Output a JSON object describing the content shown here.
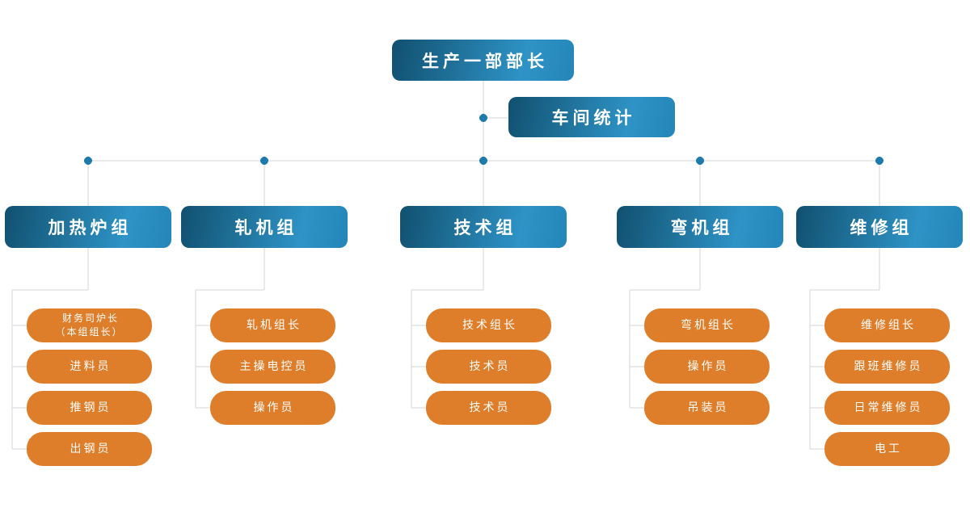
{
  "theme": {
    "background": "#FFFFFF",
    "blue_gradient_start": "#11506F",
    "blue_gradient_end": "#2E93C6",
    "orange": "#DE7E2A",
    "line_color": "#D6D6D6",
    "dot_color": "#1E79AD",
    "text_color": "#FFFFFF"
  },
  "root": {
    "label": "生产一部部长"
  },
  "staff": {
    "label": "车间统计"
  },
  "groups": [
    {
      "label": "加热炉组",
      "members": [
        "财务司炉长\n（本组组长）",
        "进料员",
        "推钢员",
        "出钢员"
      ]
    },
    {
      "label": "轧机组",
      "members": [
        "轧机组长",
        "主操电控员",
        "操作员"
      ]
    },
    {
      "label": "技术组",
      "members": [
        "技术组长",
        "技术员",
        "技术员"
      ]
    },
    {
      "label": "弯机组",
      "members": [
        "弯机组长",
        "操作员",
        "吊装员"
      ]
    },
    {
      "label": "维修组",
      "members": [
        "维修组长",
        "跟班维修员",
        "日常维修员",
        "电工"
      ]
    }
  ]
}
